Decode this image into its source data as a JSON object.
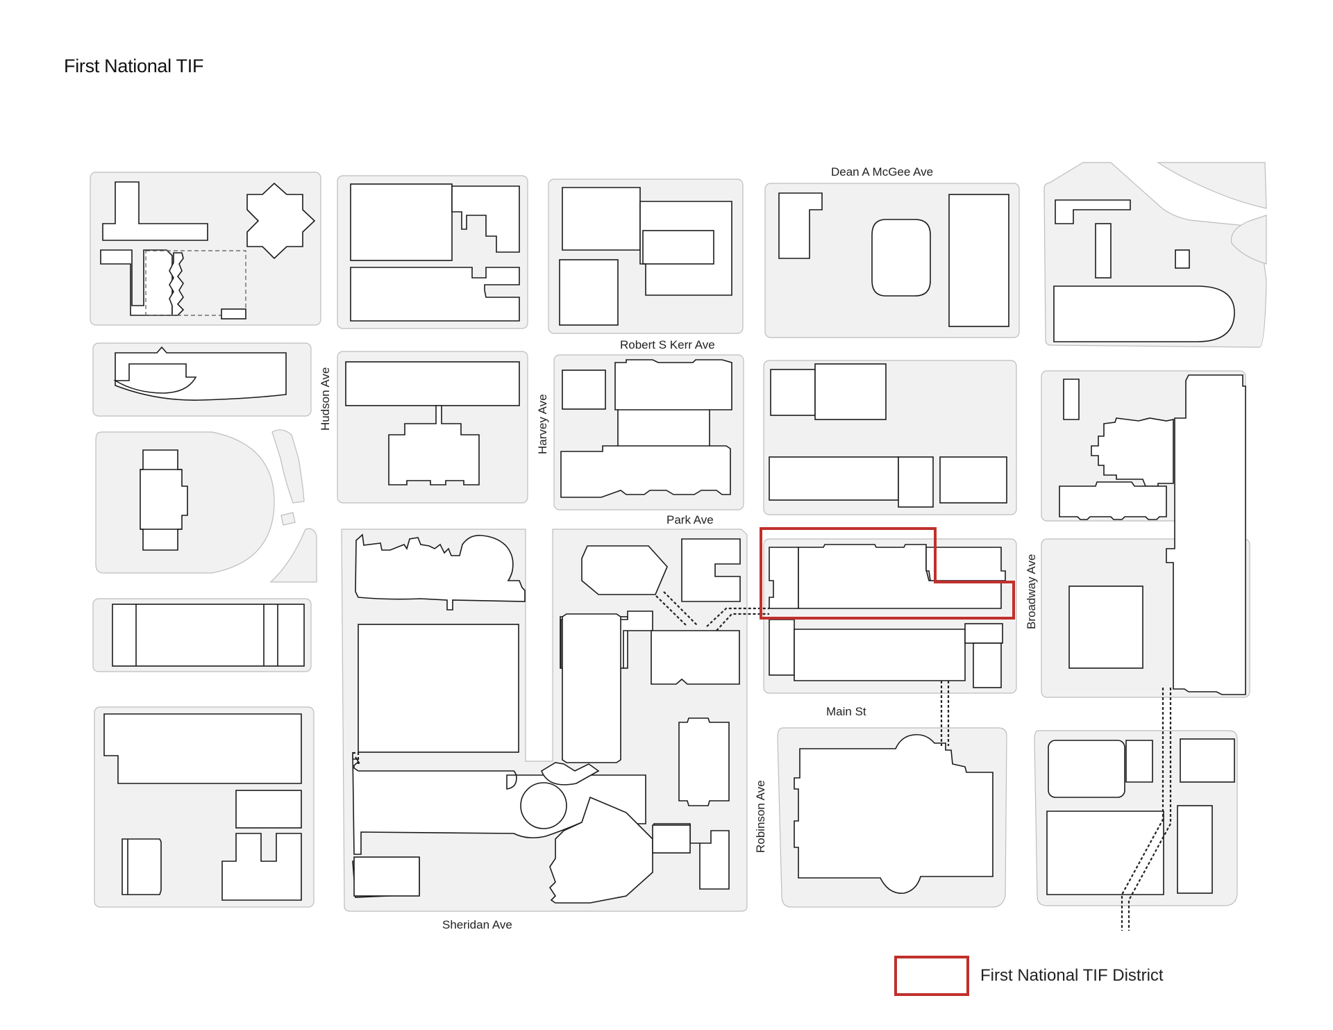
{
  "title": "First National TIF",
  "streets": {
    "dean_a_mcgee": "Dean A McGee Ave",
    "robert_s_kerr": "Robert S Kerr Ave",
    "park": "Park Ave",
    "main": "Main St",
    "sheridan": "Sheridan Ave",
    "hudson": "Hudson Ave",
    "harvey": "Harvey Ave",
    "robinson": "Robinson Ave",
    "broadway": "Broadway Ave"
  },
  "legend": {
    "tif_district": "First National TIF District"
  },
  "colors": {
    "block_fill": "#f2f1f1",
    "building_outline": "#1a1a1a",
    "tif_boundary": "#c0302c"
  }
}
